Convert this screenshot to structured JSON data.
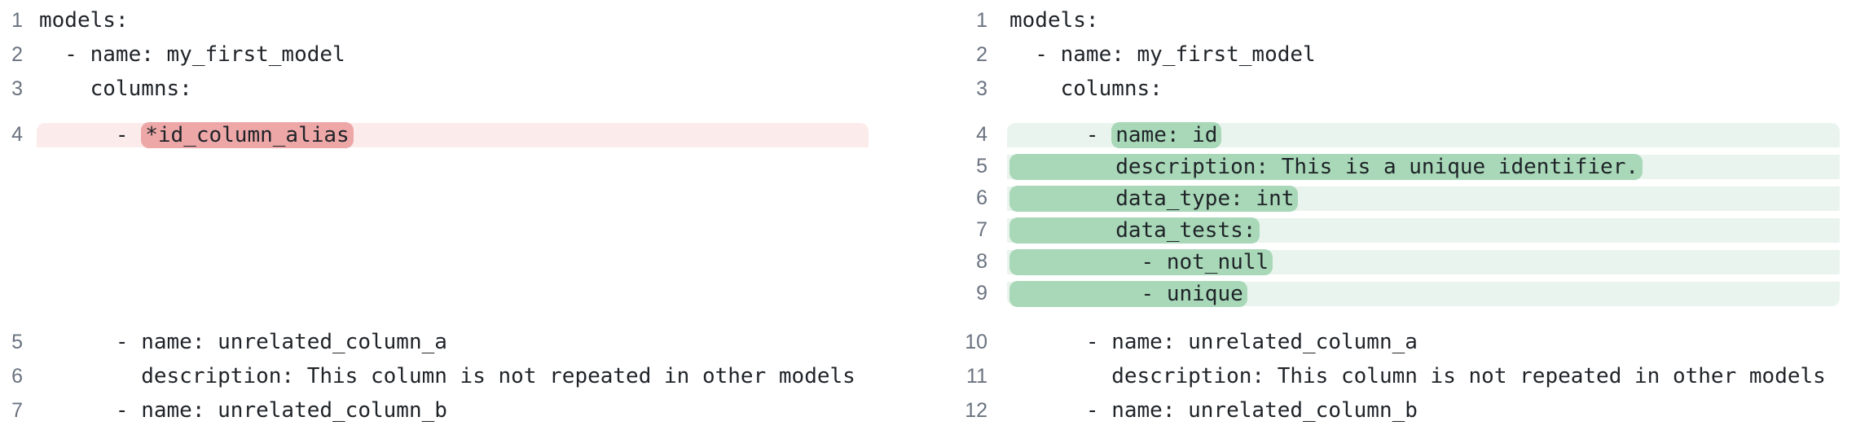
{
  "appearance": {
    "removed_line_bg": "#fcebeb",
    "removed_token_bg": "#eda7a7",
    "added_line_bg": "#eaf4ee",
    "added_token_bg": "#a8d8b8",
    "collapsed_filler_bg": "#ededee",
    "code_text_color": "#1f2328",
    "line_number_color": "#6a7380"
  },
  "diff": {
    "left_lines": [
      {
        "num": "1",
        "text": "models:"
      },
      {
        "num": "2",
        "text": "  - name: my_first_model"
      },
      {
        "num": "3",
        "text": "    columns:"
      },
      {
        "num": "4",
        "pre": "      - ",
        "mark": "*id_column_alias"
      },
      {
        "num": "5",
        "text": "      - name: unrelated_column_a"
      },
      {
        "num": "6",
        "text": "        description: This column is not repeated in other models"
      },
      {
        "num": "7",
        "text": "      - name: unrelated_column_b"
      }
    ],
    "right_lines": [
      {
        "num": "1",
        "text": "models:"
      },
      {
        "num": "2",
        "text": "  - name: my_first_model"
      },
      {
        "num": "3",
        "text": "    columns:"
      },
      {
        "num": "4",
        "pre": "      - ",
        "mark": "name: id"
      },
      {
        "num": "5",
        "mark": "        description: This is a unique identifier."
      },
      {
        "num": "6",
        "mark": "        data_type: int"
      },
      {
        "num": "7",
        "mark": "        data_tests:"
      },
      {
        "num": "8",
        "mark": "          - not_null"
      },
      {
        "num": "9",
        "mark": "          - unique"
      },
      {
        "num": "10",
        "text": "      - name: unrelated_column_a"
      },
      {
        "num": "11",
        "text": "        description: This column is not repeated in other models"
      },
      {
        "num": "12",
        "text": "      - name: unrelated_column_b"
      }
    ]
  }
}
